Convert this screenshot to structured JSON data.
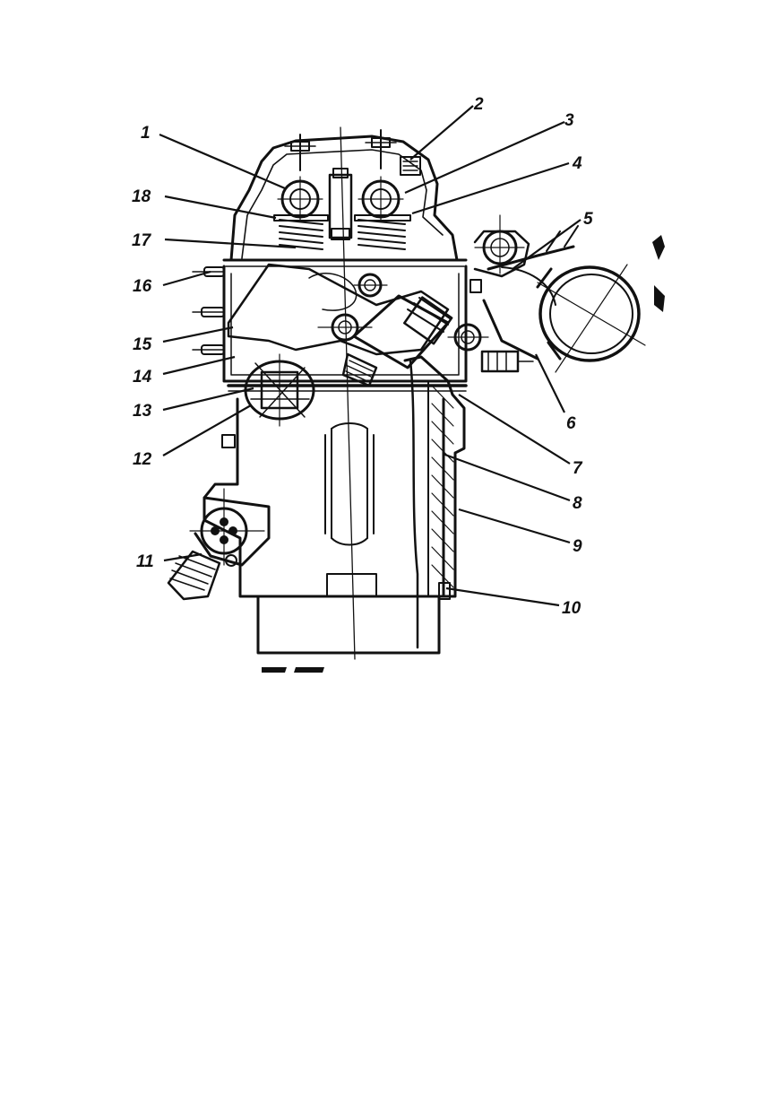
{
  "diagram": {
    "callouts": [
      {
        "id": "c1",
        "text": "1"
      },
      {
        "id": "c2",
        "text": "2"
      },
      {
        "id": "c3",
        "text": "3"
      },
      {
        "id": "c4",
        "text": "4"
      },
      {
        "id": "c5",
        "text": "5"
      },
      {
        "id": "c6",
        "text": "6"
      },
      {
        "id": "c7",
        "text": "7"
      },
      {
        "id": "c8",
        "text": "8"
      },
      {
        "id": "c9",
        "text": "9"
      },
      {
        "id": "c10",
        "text": "10"
      },
      {
        "id": "c11",
        "text": "11"
      },
      {
        "id": "c12",
        "text": "12"
      },
      {
        "id": "c13",
        "text": "13"
      },
      {
        "id": "c14",
        "text": "14"
      },
      {
        "id": "c15",
        "text": "15"
      },
      {
        "id": "c16",
        "text": "16"
      },
      {
        "id": "c17",
        "text": "17"
      },
      {
        "id": "c18",
        "text": "18"
      }
    ]
  },
  "colors": {
    "ink": "#111111",
    "paper": "#ffffff"
  }
}
